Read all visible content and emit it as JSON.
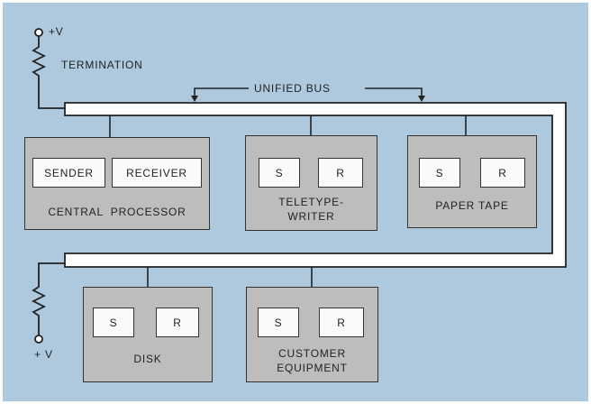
{
  "diagram": {
    "supply_top": "+V",
    "supply_bottom": "+ V",
    "termination_label": "TERMINATION",
    "bus_label": "UNIFIED BUS",
    "devices": [
      {
        "label": "CENTRAL  PROCESSOR",
        "sender": "SENDER",
        "receiver": "RECEIVER"
      },
      {
        "label_line1": "TELETYPE-",
        "label_line2": "WRITER",
        "sender": "S",
        "receiver": "R"
      },
      {
        "label": "PAPER TAPE",
        "sender": "S",
        "receiver": "R"
      },
      {
        "label": "DISK",
        "sender": "S",
        "receiver": "R"
      },
      {
        "label_line1": "CUSTOMER",
        "label_line2": "EQUIPMENT",
        "sender": "S",
        "receiver": "R"
      }
    ]
  }
}
